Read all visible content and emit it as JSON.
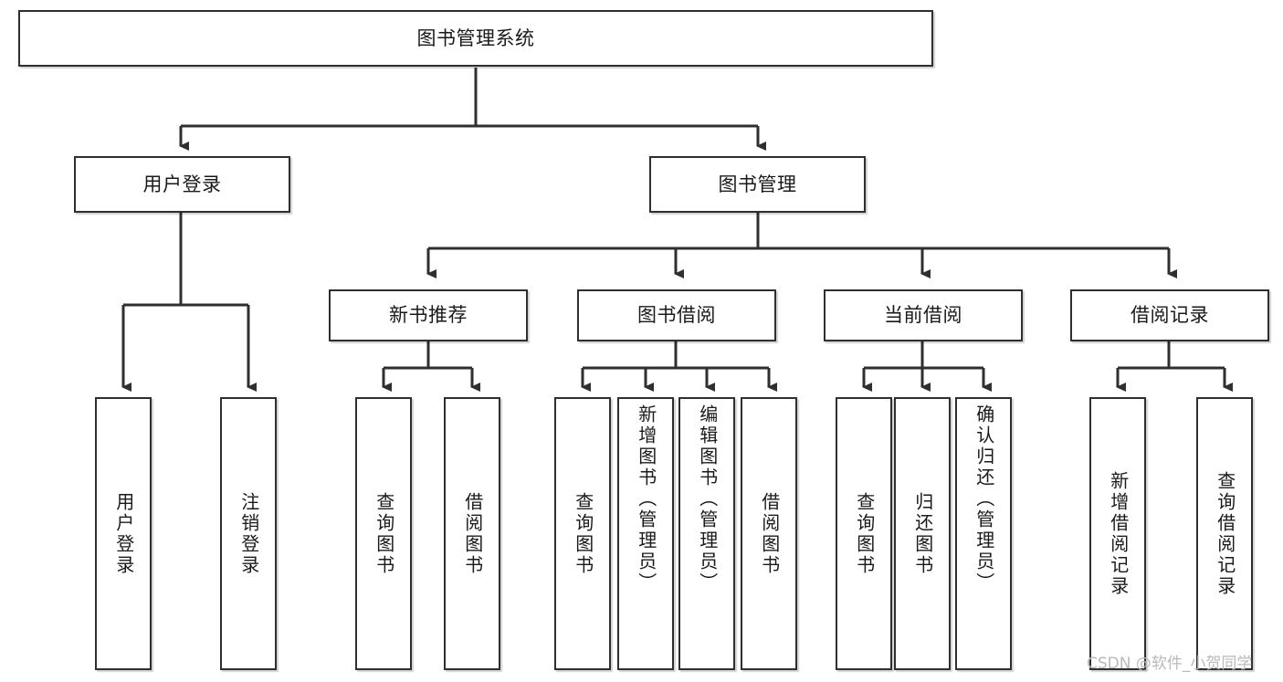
{
  "diagram": {
    "title": "图书管理系统",
    "type": "tree",
    "root": {
      "label": "图书管理系统"
    },
    "level1": [
      {
        "label": "用户登录"
      },
      {
        "label": "图书管理"
      }
    ],
    "level2": [
      {
        "label": "新书推荐"
      },
      {
        "label": "图书借阅"
      },
      {
        "label": "当前借阅"
      },
      {
        "label": "借阅记录"
      }
    ],
    "leaves": {
      "user_login": [
        {
          "label": "用户登录"
        },
        {
          "label": "注销登录"
        }
      ],
      "new_book_recommend": [
        {
          "label": "查询图书"
        },
        {
          "label": "借阅图书"
        }
      ],
      "book_borrow": [
        {
          "label": "查询图书"
        },
        {
          "label": "新增图书（管理员）"
        },
        {
          "label": "编辑图书（管理员）"
        },
        {
          "label": "借阅图书"
        }
      ],
      "current_borrow": [
        {
          "label": "查询图书"
        },
        {
          "label": "归还图书"
        },
        {
          "label": "确认归还（管理员）"
        }
      ],
      "borrow_record": [
        {
          "label": "新增借阅记录"
        },
        {
          "label": "查询借阅记录"
        }
      ]
    }
  },
  "watermark": {
    "text": "CSDN @软件_小贺同学"
  },
  "colors": {
    "stroke": "#2f2f2f",
    "box_fill": "#ffffff",
    "text": "#1a1a1a",
    "watermark": "#b9b9b9"
  }
}
